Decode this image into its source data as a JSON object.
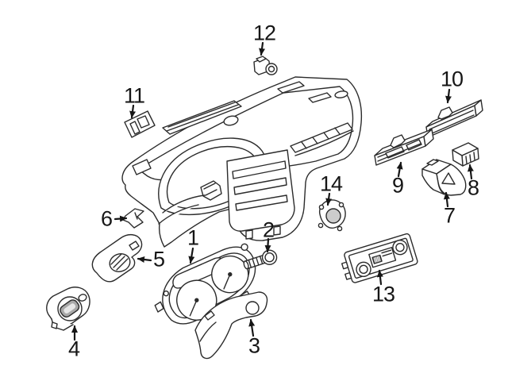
{
  "diagram": {
    "kind": "exploded-parts-line-diagram",
    "subject": "instrument-panel-and-switches",
    "colors": {
      "background": "#ffffff",
      "line": "#2b2b2b",
      "label_text": "#161616",
      "knob_gray": "#a8a8a8",
      "knob_highlight": "#e6e6e6",
      "speaker_dome_gray": "#cccccc"
    },
    "callouts": [
      {
        "number": "1",
        "part": "instrument-cluster"
      },
      {
        "number": "2",
        "part": "mounting-bolt"
      },
      {
        "number": "3",
        "part": "cluster-trim-bezel"
      },
      {
        "number": "4",
        "part": "headlight-switch"
      },
      {
        "number": "5",
        "part": "column-switch-housing"
      },
      {
        "number": "6",
        "part": "retaining-clip"
      },
      {
        "number": "7",
        "part": "hazard-warning-switch"
      },
      {
        "number": "8",
        "part": "small-switch"
      },
      {
        "number": "9",
        "part": "display-unit-lower"
      },
      {
        "number": "10",
        "part": "display-unit-upper"
      },
      {
        "number": "11",
        "part": "switch-blank"
      },
      {
        "number": "12",
        "part": "sun-sensor"
      },
      {
        "number": "13",
        "part": "climate-control-unit"
      },
      {
        "number": "14",
        "part": "dash-speaker"
      }
    ]
  }
}
